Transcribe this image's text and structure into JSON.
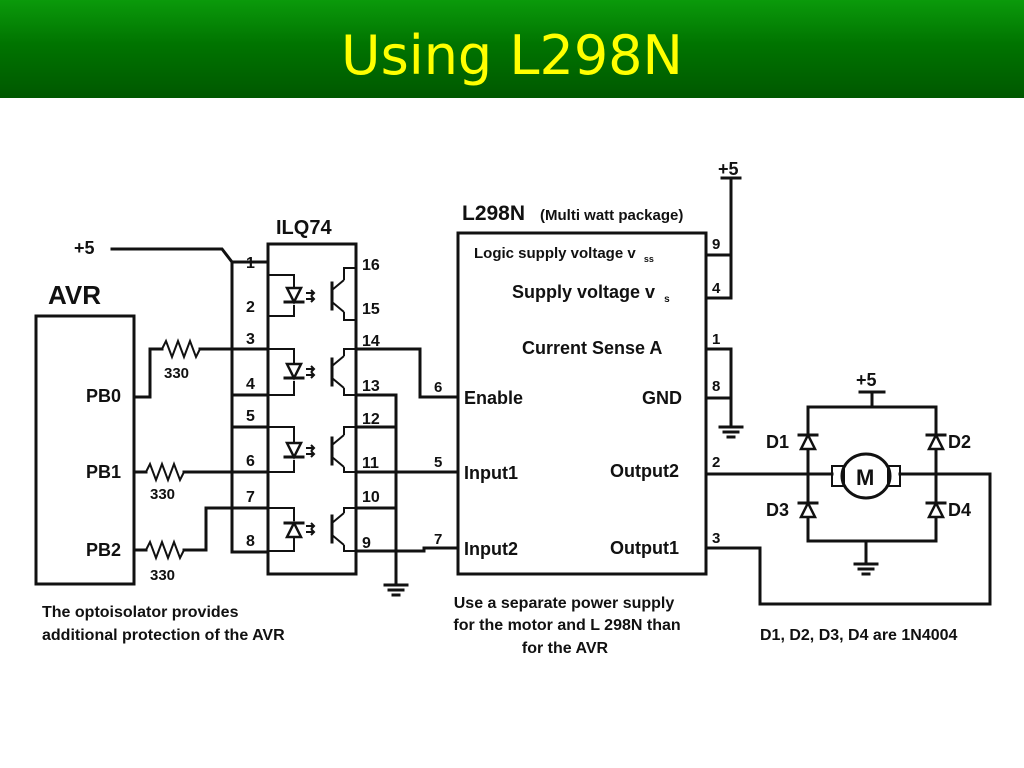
{
  "slide": {
    "title": "Using L298N"
  },
  "avr": {
    "label": "AVR",
    "pins": [
      "PB0",
      "PB1",
      "PB2"
    ]
  },
  "supply": {
    "plus5": "+5"
  },
  "resistors": [
    "330",
    "330",
    "330"
  ],
  "optoisolator": {
    "label": "ILQ74",
    "left_pins": [
      "1",
      "2",
      "3",
      "4",
      "5",
      "6",
      "7",
      "8"
    ],
    "right_pins": [
      "16",
      "15",
      "14",
      "13",
      "12",
      "11",
      "10",
      "9"
    ]
  },
  "driver": {
    "label": "L298N",
    "package": "(Multi watt package)",
    "logic_supply": "Logic supply voltage v",
    "logic_supply_sub": "ss",
    "supply": "Supply voltage v",
    "supply_sub": "s",
    "current_sense": "Current Sense A",
    "enable": "Enable",
    "gnd": "GND",
    "input1": "Input1",
    "input2": "Input2",
    "output2": "Output2",
    "output1": "Output1",
    "pins": {
      "logic_supply": "9",
      "supply": "4",
      "current_sense": "1",
      "gnd": "8",
      "enable": "6",
      "input1": "5",
      "input2": "7",
      "output2": "2",
      "output1": "3"
    }
  },
  "motor": {
    "label": "M"
  },
  "diodes": [
    "D1",
    "D2",
    "D3",
    "D4"
  ],
  "notes": {
    "opto": [
      "The optoisolator provides",
      "additional protection of the AVR"
    ],
    "supply": [
      "Use a separate power supply",
      "for the motor and L 298N than",
      "for the AVR"
    ],
    "diodes": "D1, D2, D3, D4 are 1N4004"
  }
}
